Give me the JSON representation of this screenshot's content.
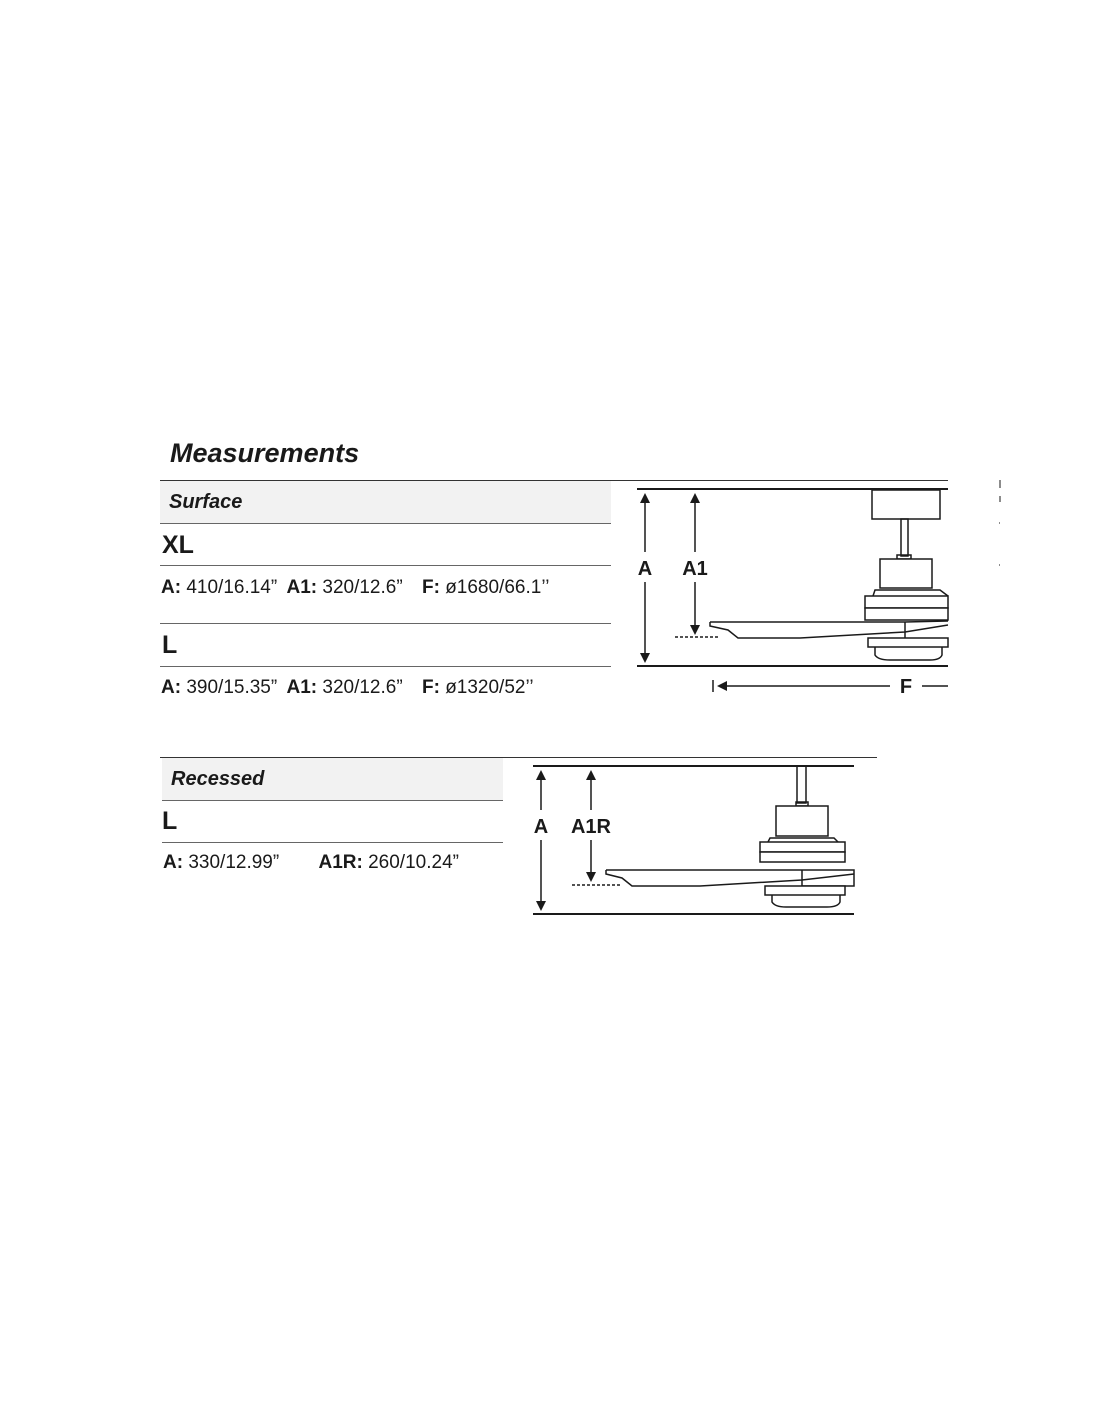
{
  "title": "Measurements",
  "surface": {
    "header": "Surface",
    "models": [
      {
        "name": "XL",
        "a_label": "A:",
        "a_value": "410/16.14”",
        "a1_label": "A1:",
        "a1_value": "320/12.6”",
        "f_label": "F:",
        "f_value": "ø1680/66.1’’"
      },
      {
        "name": "L",
        "a_label": "A:",
        "a_value": "390/15.35”",
        "a1_label": "A1:",
        "a1_value": "320/12.6”",
        "f_label": "F:",
        "f_value": "ø1320/52’’"
      }
    ],
    "diagram": {
      "label_a": "A",
      "label_a1": "A1",
      "label_f": "F"
    }
  },
  "recessed": {
    "header": "Recessed",
    "models": [
      {
        "name": "L",
        "a_label": "A:",
        "a_value": "330/12.99”",
        "a1r_label": "A1R:",
        "a1r_value": "260/10.24”"
      }
    ],
    "diagram": {
      "label_a": "A",
      "label_a1r": "A1R"
    }
  }
}
